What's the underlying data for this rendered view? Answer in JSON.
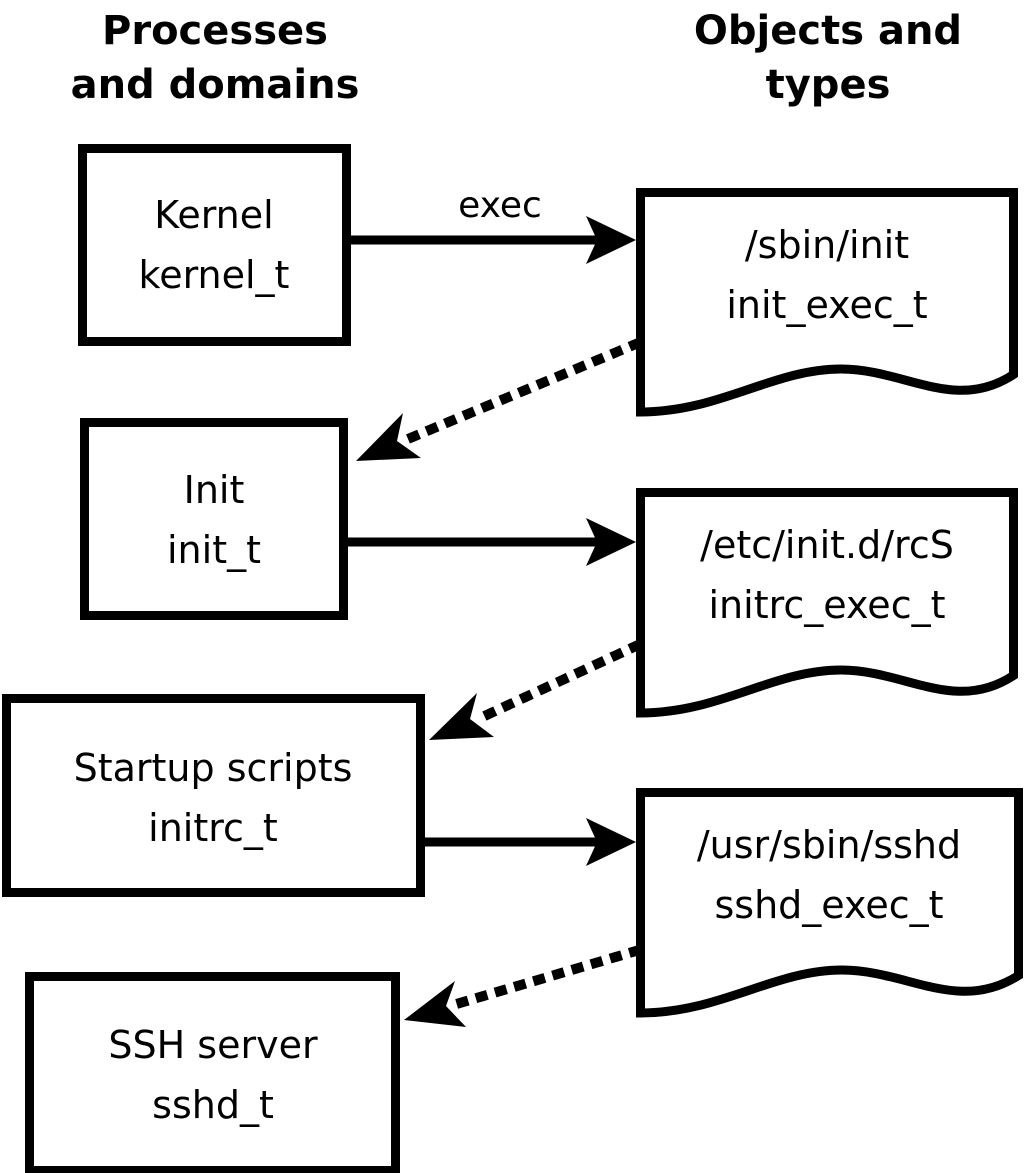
{
  "columns": [
    {
      "id": "processes",
      "title_line1": "Processes",
      "title_line2": "and domains"
    },
    {
      "id": "objects",
      "title_line1": "Objects and",
      "title_line2": "types"
    }
  ],
  "domains": [
    {
      "id": "kernel",
      "name": "Kernel",
      "type": "kernel_t"
    },
    {
      "id": "init",
      "name": "Init",
      "type": "init_t"
    },
    {
      "id": "initrc",
      "name": "Startup scripts",
      "type": "initrc_t"
    },
    {
      "id": "sshd",
      "name": "SSH server",
      "type": "sshd_t"
    }
  ],
  "objects": [
    {
      "id": "init_exec",
      "path": "/sbin/init",
      "type": "init_exec_t"
    },
    {
      "id": "initrc_exec",
      "path": "/etc/init.d/rcS",
      "type": "initrc_exec_t"
    },
    {
      "id": "sshd_exec",
      "path": "/usr/sbin/sshd",
      "type": "sshd_exec_t"
    }
  ],
  "edges": [
    {
      "id": "kernel-exec-init",
      "from": "kernel",
      "to": "init_exec",
      "style": "solid",
      "label": "exec"
    },
    {
      "id": "init_exec-transition-init",
      "from": "init_exec",
      "to": "init",
      "style": "dotted",
      "label": ""
    },
    {
      "id": "init-exec-initrc",
      "from": "init",
      "to": "initrc_exec",
      "style": "solid",
      "label": ""
    },
    {
      "id": "initrc_exec-transition-initrc",
      "from": "initrc_exec",
      "to": "initrc",
      "style": "dotted",
      "label": ""
    },
    {
      "id": "initrc-exec-sshd",
      "from": "initrc",
      "to": "sshd_exec",
      "style": "solid",
      "label": ""
    },
    {
      "id": "sshd_exec-transition-sshd",
      "from": "sshd_exec",
      "to": "sshd",
      "style": "dotted",
      "label": ""
    }
  ],
  "colors": {
    "stroke": "#000000",
    "fill": "#ffffff",
    "text": "#000000"
  }
}
